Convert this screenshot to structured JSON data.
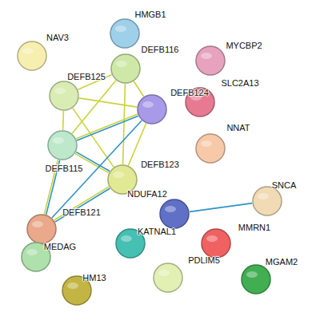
{
  "diagram": {
    "nodes": [
      {
        "text": [
          "HMGB1"
        ]
      },
      {
        "text": [
          "NAV3"
        ]
      },
      {
        "text": [
          "DEFB116"
        ]
      },
      {
        "text": [
          "MYCBP2"
        ]
      },
      {
        "text": [
          "DEFB125"
        ]
      },
      {
        "text": [
          "SLC2A13"
        ]
      },
      {
        "text": [
          "DEFB124"
        ]
      },
      {
        "text": [
          "NNAT"
        ]
      },
      {
        "text": [
          "DEFB115"
        ]
      },
      {
        "text": [
          "DEFB123"
        ]
      },
      {
        "text": [
          "SNCA"
        ]
      },
      {
        "text": [
          "NDUFA12"
        ]
      },
      {
        "text": [
          "DEFB121"
        ]
      },
      {
        "text": [
          "KATNAL1"
        ]
      },
      {
        "text": [
          "MMRN1"
        ]
      },
      {
        "text": [
          "MEDAG"
        ]
      },
      {
        "text": [
          "PDLIM5"
        ]
      },
      {
        "text": [
          "MGAM2"
        ]
      },
      {
        "text": [
          "HM13"
        ]
      }
    ],
    "edges": [
      {
        "from": 4,
        "to": 2,
        "arrow": "none"
      },
      {
        "from": 4,
        "to": 6,
        "arrow": "none"
      },
      {
        "from": 4,
        "to": 8,
        "arrow": "none"
      },
      {
        "from": 4,
        "to": 9,
        "arrow": "none"
      },
      {
        "from": 2,
        "to": 8,
        "arrow": "none"
      },
      {
        "from": 2,
        "to": 6,
        "arrow": "none"
      },
      {
        "from": 2,
        "to": 9,
        "arrow": "none"
      },
      {
        "from": 6,
        "to": 8,
        "arrow": "none"
      },
      {
        "from": 6,
        "to": 9,
        "arrow": "none"
      },
      {
        "from": 8,
        "to": 9,
        "arrow": "none"
      },
      {
        "from": 8,
        "to": 12,
        "arrow": "none"
      },
      {
        "from": 9,
        "to": 12,
        "arrow": "none"
      },
      {
        "from": 6,
        "to": 12,
        "arrow": "none"
      },
      {
        "from": 11,
        "to": 10,
        "arrow": "none"
      }
    ]
  }
}
